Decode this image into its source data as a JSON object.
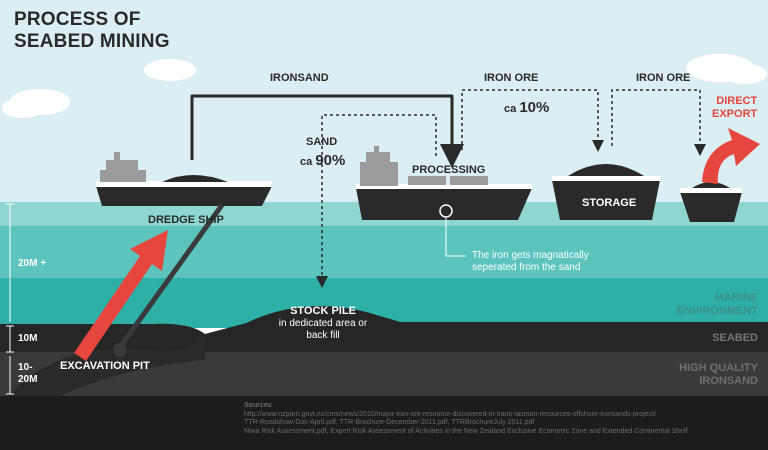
{
  "title_line1": "PROCESS OF",
  "title_line2": "SEABED MINING",
  "flows": {
    "ironsand": "IRONSAND",
    "iron_ore_1": "IRON ORE",
    "iron_ore_1_pct_prefix": "ca",
    "iron_ore_1_pct": "10%",
    "iron_ore_2": "IRON ORE",
    "sand": "SAND",
    "sand_pct_prefix": "ca",
    "sand_pct": "90%",
    "direct_export_1": "DIRECT",
    "direct_export_2": "EXPORT"
  },
  "vessels": {
    "dredge_ship": "DREDGE SHIP",
    "processing": "PROCESSING",
    "storage": "STORAGE"
  },
  "note": {
    "line1": "The iron gets magnatically",
    "line2": "seperated from the sand"
  },
  "depths": {
    "water": "20M +",
    "seabed": "10M",
    "pit_line1": "10-",
    "pit_line2": "20M"
  },
  "zones": {
    "marine_1": "MARINE",
    "marine_2": "ENVIRONMENT",
    "seabed": "SEABED",
    "hq_1": "HIGH QUALITY",
    "hq_2": "IRONSAND"
  },
  "stock_pile": {
    "title": "STOCK PILE",
    "line1": "in dedicated area or",
    "line2": "back fill"
  },
  "excavation_pit": "EXCAVATION PIT",
  "sources": {
    "heading": "Sources",
    "line1": "http://www.nzparn.govt.nz/cms/news/2010/major-iron-ore-resource-discovered-in-trans-tasman-resources-offshore-ironsands-project/",
    "line2": "TTR-Roadshow-Doc-April.pdf, TTR-Brochure-December-2011.pdf, TTRBrochureJuly 2011.pdf",
    "line3": "Niwa Risk Assessment.pdf, Expert Risk Assessment of Activities in the New Zealand Exclusive Economic Zone and Extended Continental Shelf"
  },
  "colors": {
    "sky": "#dbeef4",
    "water_top": "#5cc4bd",
    "water_deep": "#2aa9a0",
    "seabed": "#262626",
    "ironsand_layer": "#3a3a3a",
    "ship": "#2a2a2a",
    "accent_red": "#e5473f",
    "zone_text": "#3d8f89",
    "pit_text": "#7a7a7a"
  }
}
